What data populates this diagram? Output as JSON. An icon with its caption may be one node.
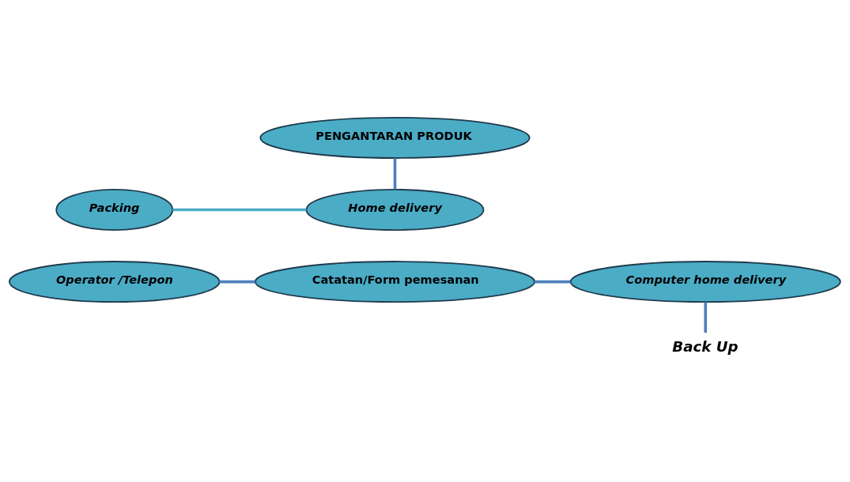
{
  "diagram": {
    "nodes": [
      {
        "text": [
          "Operator /Telepon"
        ]
      },
      {
        "text": [
          "Catatan/Form pemesanan"
        ]
      },
      {
        "text": [
          "Computer home delivery"
        ]
      },
      {
        "text": [
          "PENGANTARAN PRODUK"
        ]
      },
      {
        "text": [
          "Packing"
        ]
      },
      {
        "text": [
          "Home delivery"
        ]
      },
      {
        "text": [
          "Back Up"
        ]
      }
    ],
    "edges": [
      {
        "from": 0,
        "to": 1,
        "arrow": "none"
      },
      {
        "from": 1,
        "to": 2,
        "arrow": "none"
      },
      {
        "from": 2,
        "to": 6,
        "arrow": "none"
      },
      {
        "from": 3,
        "to": 5,
        "arrow": "none"
      },
      {
        "from": 4,
        "to": 5,
        "arrow": "none",
        "color": "#4bacc6"
      }
    ]
  }
}
